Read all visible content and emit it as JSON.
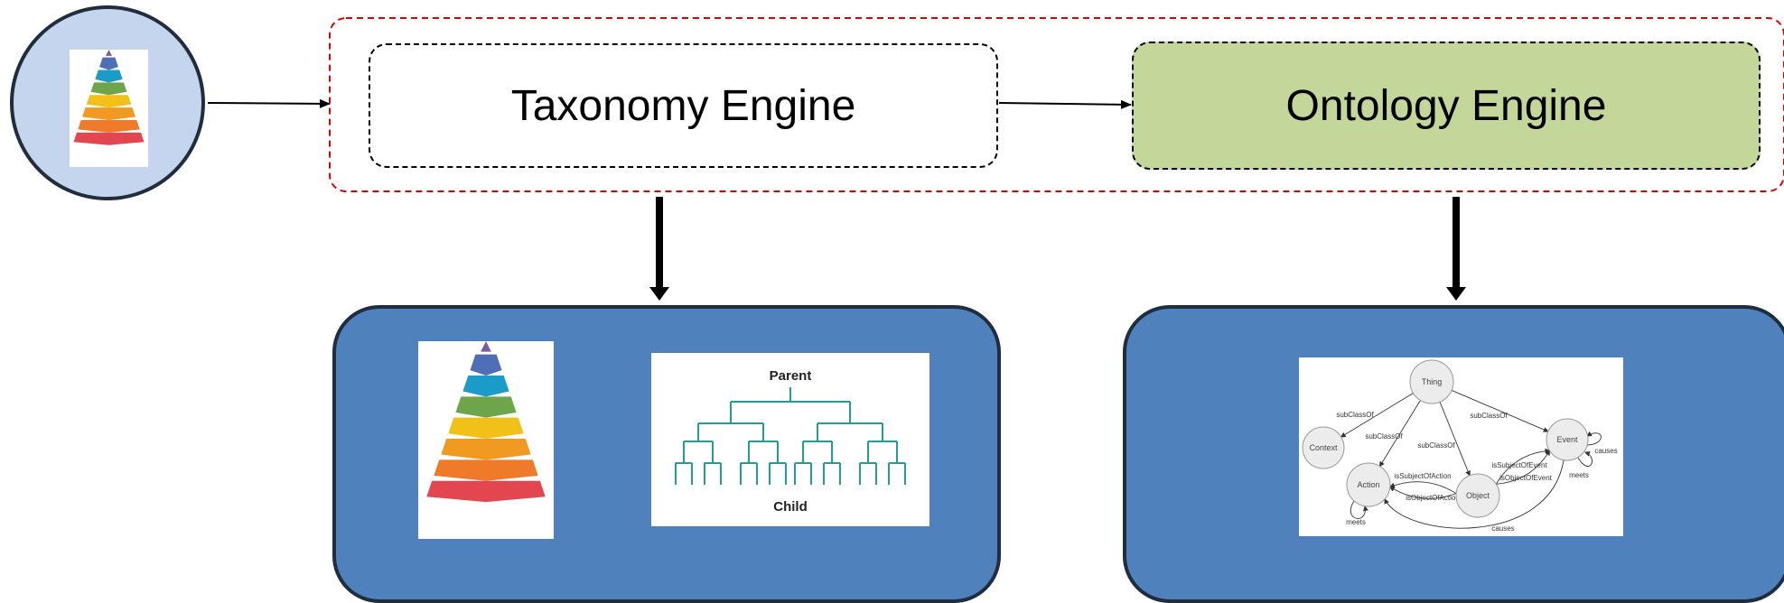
{
  "colors": {
    "ontology_fill": "#c4d79b",
    "panel_fill": "#4f81bd",
    "panel_border": "#1f2d3d",
    "circle_fill": "#c5d5ed",
    "group_border": "#e00000",
    "tree_line": "#239e94",
    "pyramid_layers": [
      "#7b5aa6",
      "#4e6fb6",
      "#1a9bc8",
      "#6fa54a",
      "#f2c018",
      "#f19a22",
      "#ef7a2a",
      "#e2474f"
    ]
  },
  "icons": {
    "input": "pyramid-icon",
    "taxonomy_pyramid": "pyramid-icon",
    "taxonomy_tree": "hierarchy-tree-icon",
    "ontology_graph": "ontology-graph-icon"
  },
  "taxonomy_engine": {
    "label": "Taxonomy Engine"
  },
  "ontology_engine": {
    "label": "Ontology Engine"
  },
  "hierarchy_tree": {
    "parent_label": "Parent",
    "child_label": "Child"
  },
  "ontology_graph": {
    "nodes": [
      {
        "id": "thing",
        "label": "Thing"
      },
      {
        "id": "context",
        "label": "Context"
      },
      {
        "id": "event",
        "label": "Event"
      },
      {
        "id": "action",
        "label": "Action"
      },
      {
        "id": "object",
        "label": "Object"
      }
    ],
    "edges": [
      {
        "from": "thing",
        "to": "context",
        "label": "subClassOf"
      },
      {
        "from": "thing",
        "to": "action",
        "label": "subClassOf"
      },
      {
        "from": "thing",
        "to": "object",
        "label": "subClassOf"
      },
      {
        "from": "thing",
        "to": "event",
        "label": "subClassOf"
      },
      {
        "from": "object",
        "to": "action",
        "label": "isSubjectOfAction"
      },
      {
        "from": "object",
        "to": "action",
        "label": "isObjectOfAction"
      },
      {
        "from": "object",
        "to": "event",
        "label": "isSubjectOfEvent"
      },
      {
        "from": "object",
        "to": "event",
        "label": "isObjectOfEvent"
      },
      {
        "from": "event",
        "to": "event",
        "label": "causes"
      },
      {
        "from": "event",
        "to": "event",
        "label": "meets"
      },
      {
        "from": "event",
        "to": "action",
        "label": "causes"
      },
      {
        "from": "action",
        "to": "action",
        "label": "meets"
      }
    ]
  }
}
